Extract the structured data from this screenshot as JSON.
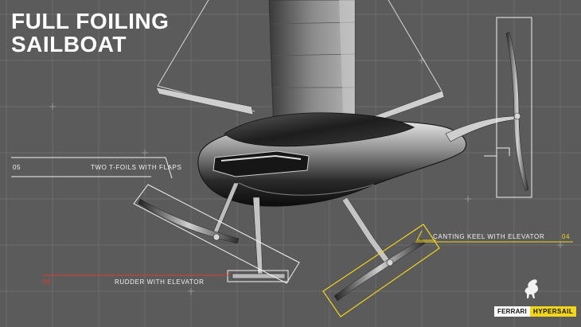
{
  "title": {
    "line1": "FULL FOILING",
    "line2": "SAILBOAT"
  },
  "callouts": [
    {
      "num": "05",
      "label": "TWO T-FOILS WITH FLAPS",
      "color": "#ffffff"
    },
    {
      "num": "04",
      "label": "CANTING KEEL WITH ELEVATOR",
      "color": "#f1d41a"
    },
    {
      "num": "06",
      "label": "RUDDER WITH ELEVATOR",
      "color": "#e23a2f"
    }
  ],
  "brand": {
    "part1": "FERRARI",
    "part2": "HYPERSAIL"
  },
  "colors": {
    "background": "#5b5b5b",
    "grid": "#6e6e6e",
    "keel_accent": "#f1d41a",
    "rudder_accent": "#e23a2f",
    "foil_accent": "#ffffff"
  },
  "icons": {
    "emblem": "prancing-horse-icon"
  }
}
